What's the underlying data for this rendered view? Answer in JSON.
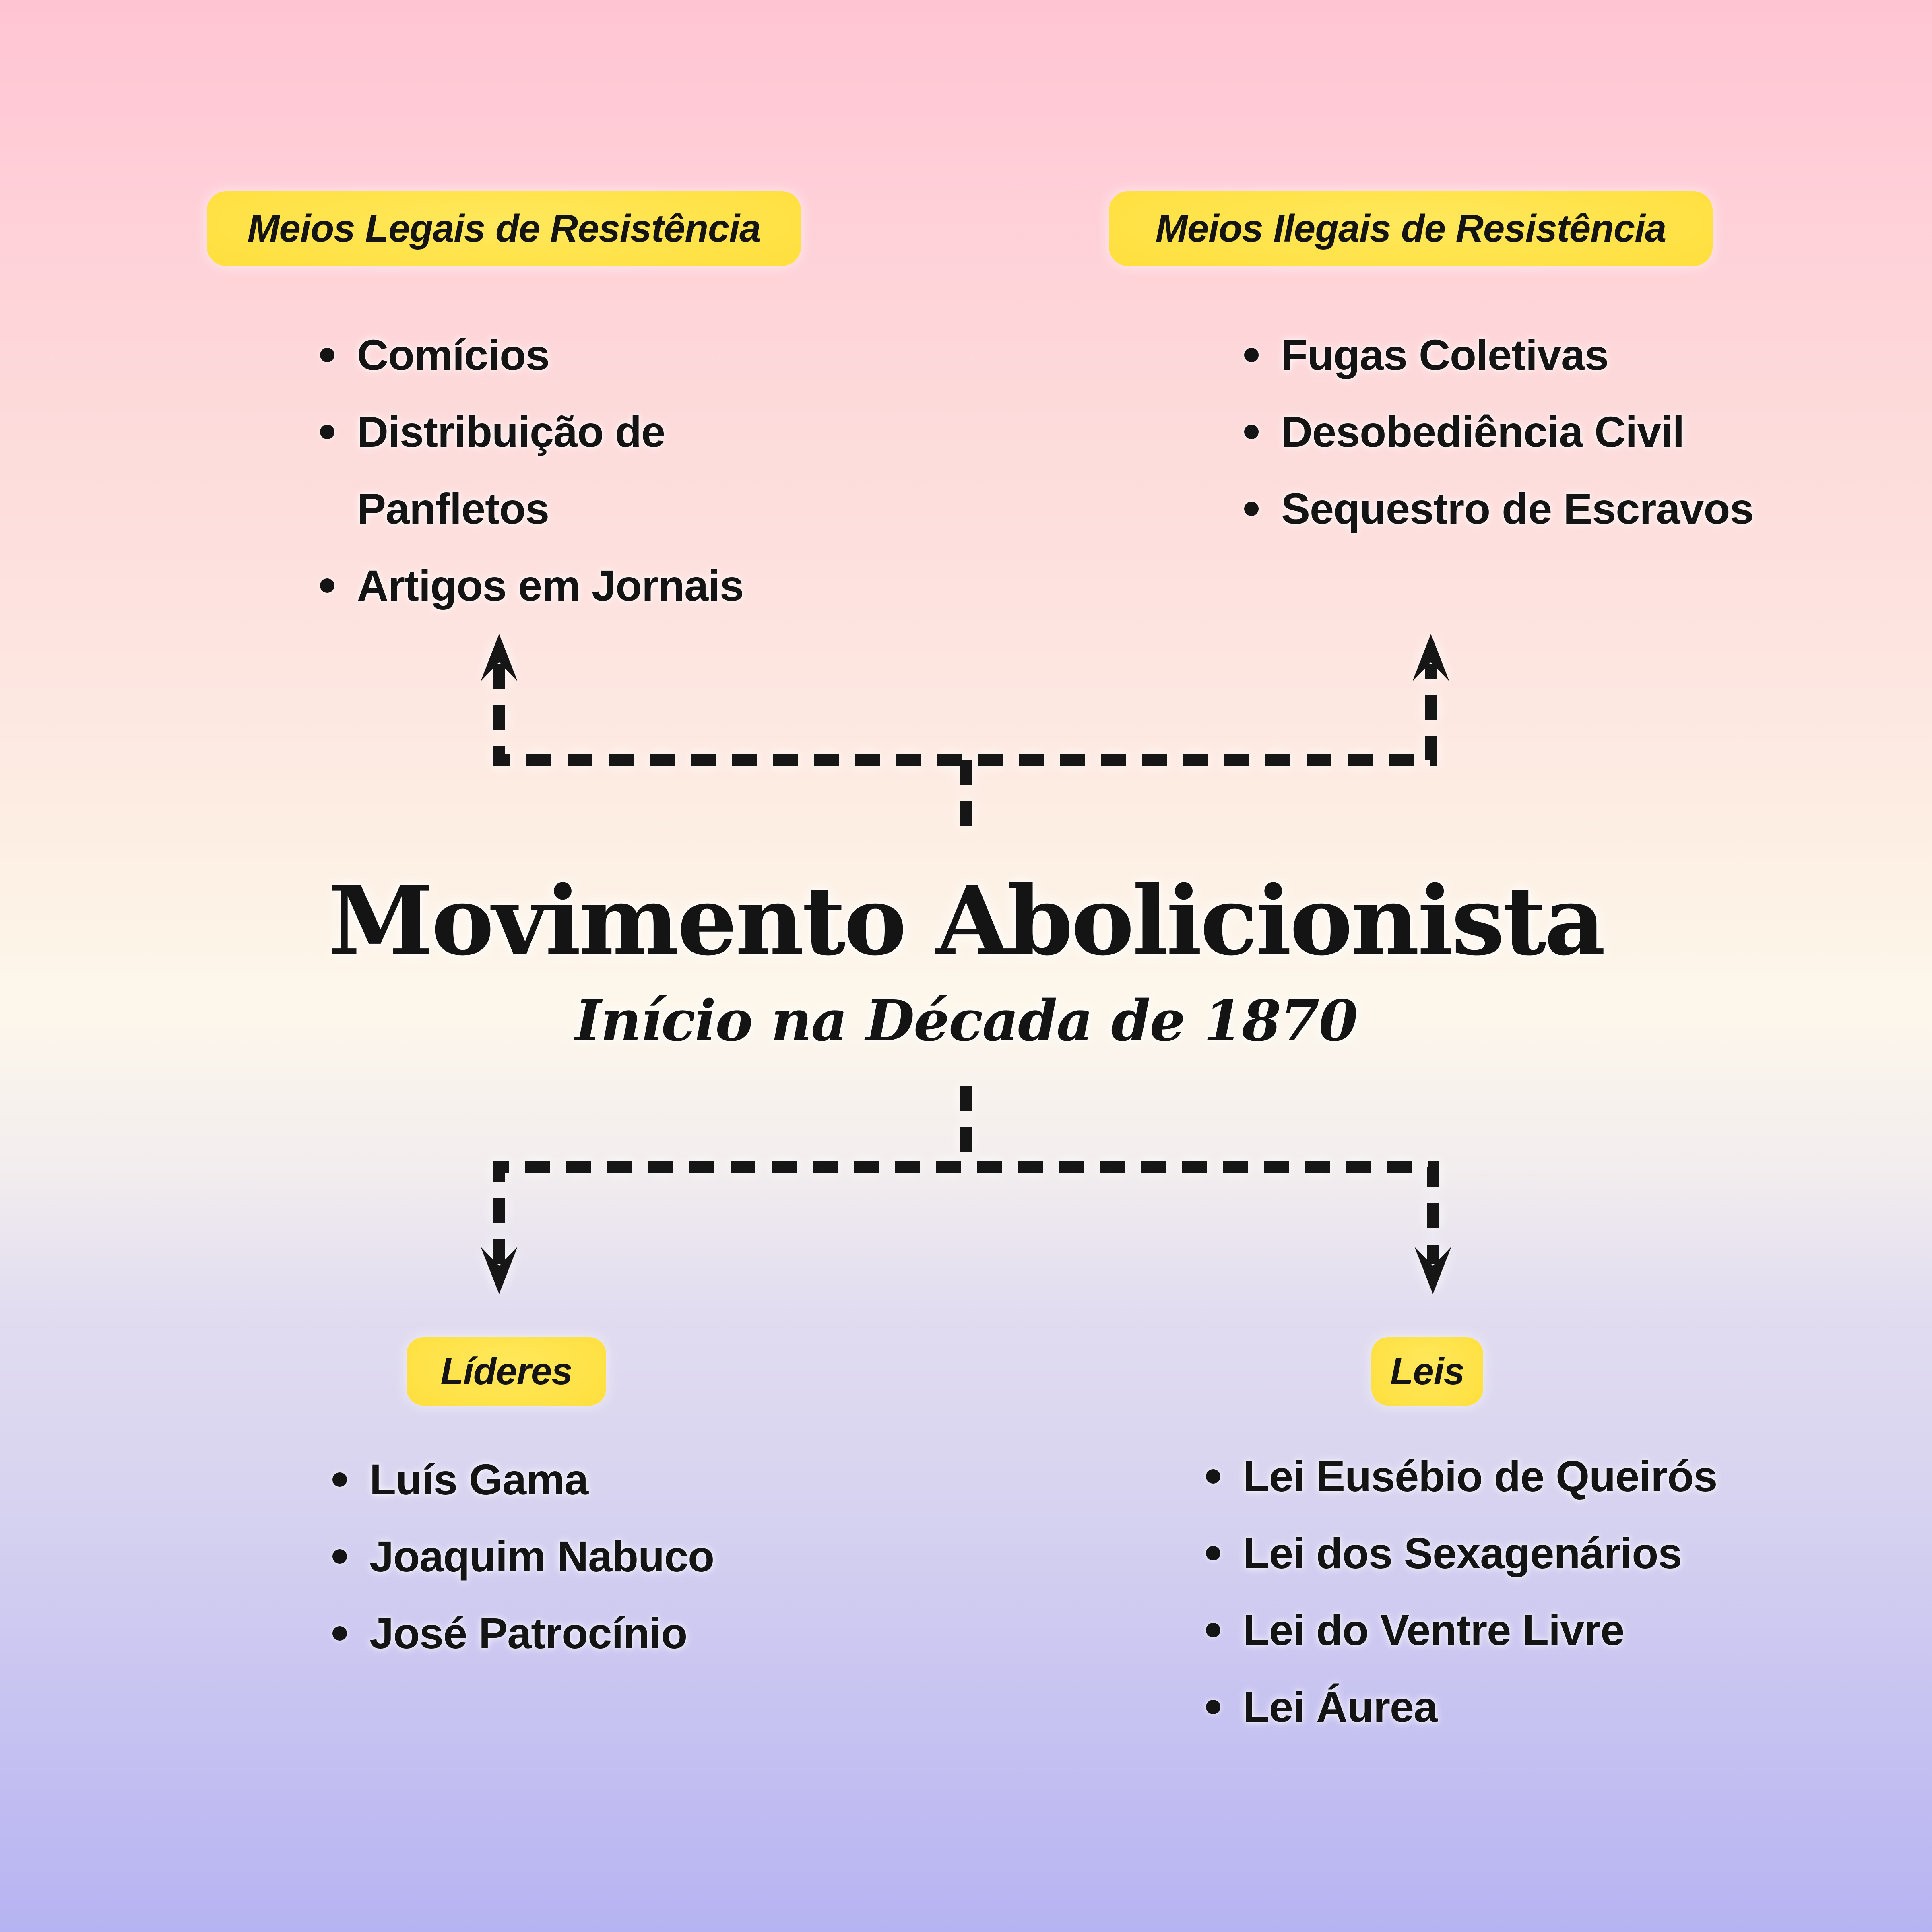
{
  "palette": {
    "background_top": "#ffc4d2",
    "background_middle": "#fdf7ea",
    "background_bottom": "#b6b3f2",
    "label_yellow": "#ffdd35",
    "text_black": "#141414"
  },
  "title_block": {
    "title": "Movimento Abolicionista",
    "subtitle": "Início na Década de 1870"
  },
  "groups": {
    "top_left": {
      "label": "Meios Legais de Resistência",
      "items": [
        "Comícios",
        "Distribuição de Panfletos",
        "Artigos em Jornais"
      ]
    },
    "top_right": {
      "label": "Meios Ilegais de Resistência",
      "items": [
        "Fugas Coletivas",
        "Desobediência Civil",
        "Sequestro de Escravos"
      ]
    },
    "bottom_left": {
      "label": "Líderes",
      "items": [
        "Luís Gama",
        "Joaquim Nabuco",
        "José Patrocínio"
      ]
    },
    "bottom_right": {
      "label": "Leis",
      "items": [
        "Lei Eusébio de Queirós",
        "Lei dos Sexagenários",
        "Lei do Ventre Livre",
        "Lei Áurea"
      ]
    }
  }
}
